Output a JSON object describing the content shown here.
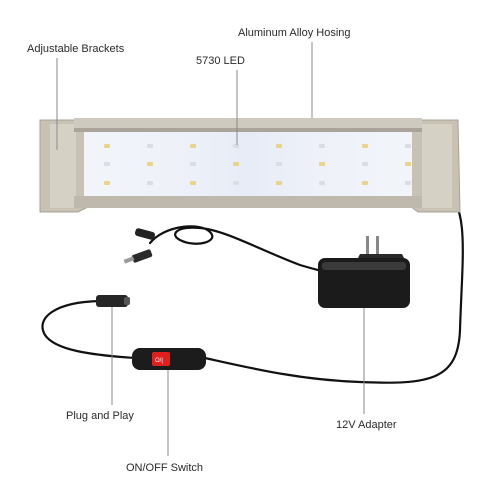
{
  "labels": {
    "adjustable_brackets": "Adjustable Brackets",
    "aluminum_housing": "Aluminum Alloy Hosing",
    "led_type": "5730 LED",
    "plug_and_play": "Plug and Play",
    "adapter": "12V Adapter",
    "switch": "ON/OFF Switch"
  },
  "colors": {
    "background": "#ffffff",
    "housing": "#cbc6bb",
    "bracket": "#c8c2b5",
    "led_panel": "#eef1f8",
    "led_chip": "#e8d58a",
    "cable": "#111111",
    "adapter": "#1b1b1b",
    "switch_button": "#e0201f",
    "leader_line": "#8a8a8a"
  },
  "icons": [
    "led-light-bar",
    "power-adapter",
    "inline-switch",
    "dc-plug-connector"
  ]
}
